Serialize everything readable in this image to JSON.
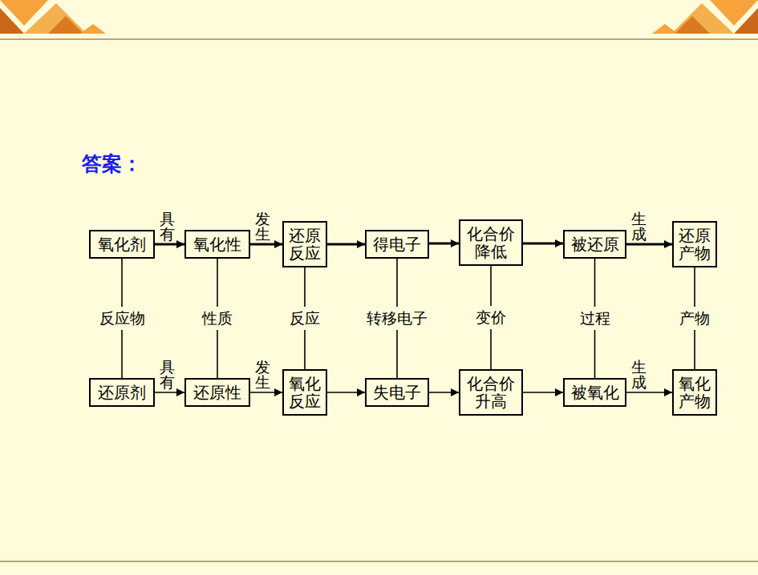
{
  "diagram": {
    "title": "答案：",
    "nodes": [
      {
        "text": [
          "氧化剂"
        ]
      },
      {
        "text": [
          "氧化性"
        ]
      },
      {
        "text": [
          "还原反应"
        ]
      },
      {
        "text": [
          "得电子"
        ]
      },
      {
        "text": [
          "化合价降低"
        ]
      },
      {
        "text": [
          "被还原"
        ]
      },
      {
        "text": [
          "还原产物"
        ]
      },
      {
        "text": [
          "还原剂"
        ]
      },
      {
        "text": [
          "还原性"
        ]
      },
      {
        "text": [
          "氧化反应"
        ]
      },
      {
        "text": [
          "失电子"
        ]
      },
      {
        "text": [
          "化合价升高"
        ]
      },
      {
        "text": [
          "被氧化"
        ]
      },
      {
        "text": [
          "氧化产物"
        ]
      }
    ],
    "edges": [
      {
        "from": 0,
        "to": 1,
        "label": "具有",
        "arrow": "to"
      },
      {
        "from": 1,
        "to": 2,
        "label": "发生",
        "arrow": "to"
      },
      {
        "from": 2,
        "to": 3,
        "arrow": "to"
      },
      {
        "from": 3,
        "to": 4,
        "arrow": "to"
      },
      {
        "from": 4,
        "to": 5,
        "arrow": "to"
      },
      {
        "from": 5,
        "to": 6,
        "label": "生成",
        "arrow": "to"
      },
      {
        "from": 0,
        "to": 7,
        "label": "反应物",
        "arrow": "none"
      },
      {
        "from": 1,
        "to": 8,
        "label": "性质",
        "arrow": "none"
      },
      {
        "from": 2,
        "to": 9,
        "label": "反应",
        "arrow": "none"
      },
      {
        "from": 3,
        "to": 10,
        "label": "转移电子",
        "arrow": "none"
      },
      {
        "from": 4,
        "to": 11,
        "label": "变价",
        "arrow": "none"
      },
      {
        "from": 5,
        "to": 12,
        "label": "过程",
        "arrow": "none"
      },
      {
        "from": 6,
        "to": 13,
        "label": "产物",
        "arrow": "none"
      },
      {
        "from": 7,
        "to": 8,
        "label": "具有",
        "arrow": "to"
      },
      {
        "from": 8,
        "to": 9,
        "label": "发生",
        "arrow": "to"
      },
      {
        "from": 9,
        "to": 10,
        "arrow": "to"
      },
      {
        "from": 10,
        "to": 11,
        "arrow": "to"
      },
      {
        "from": 11,
        "to": 12,
        "arrow": "to"
      },
      {
        "from": 12,
        "to": 13,
        "label": "生成",
        "arrow": "to"
      }
    ]
  }
}
